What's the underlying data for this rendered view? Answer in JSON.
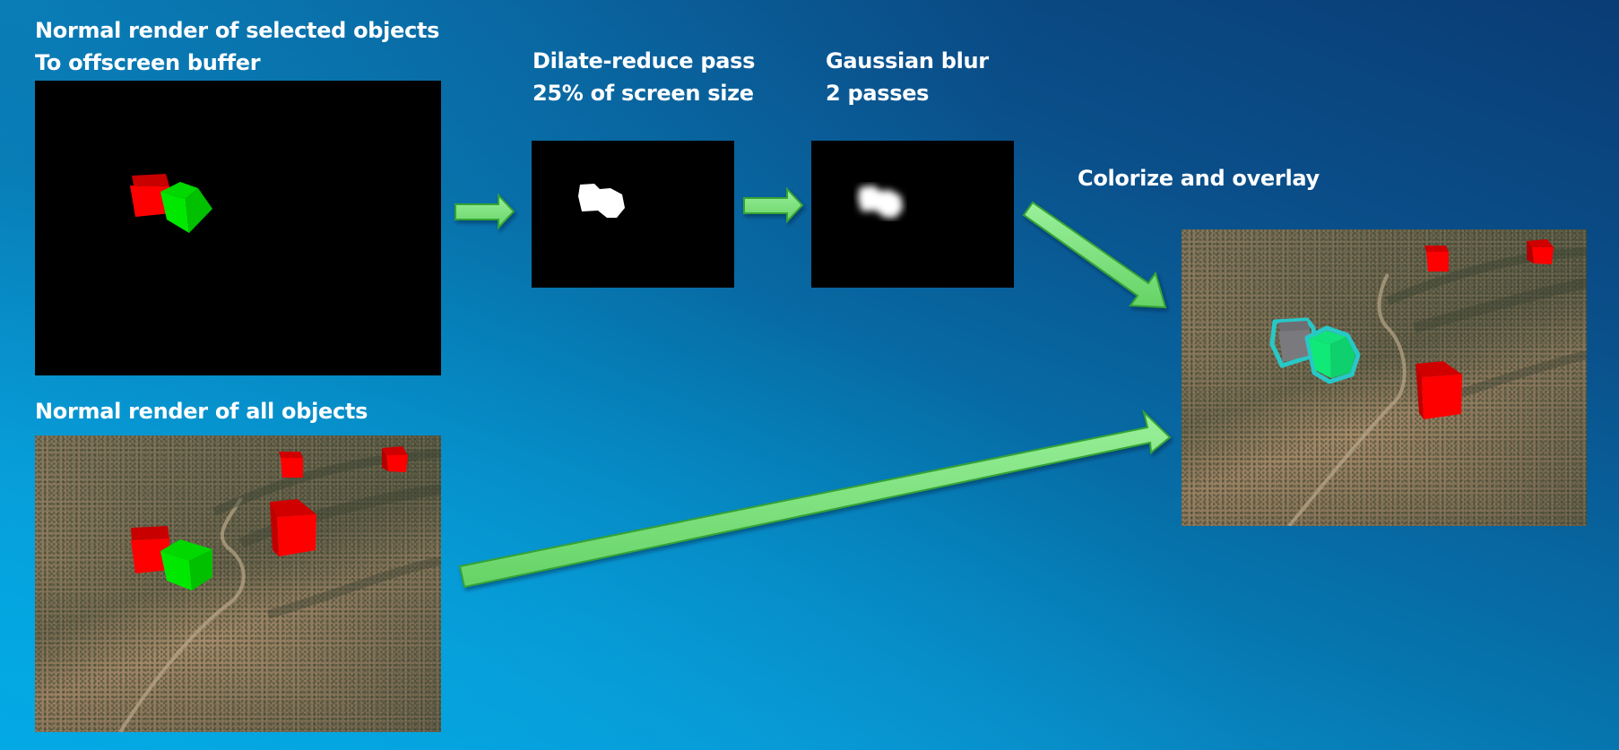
{
  "labels": {
    "selected_render_line1": "Normal render of selected objects",
    "selected_render_line2": "To offscreen buffer",
    "dilate_line1": "Dilate-reduce pass",
    "dilate_line2": "25% of screen size",
    "blur_line1": "Gaussian blur",
    "blur_line2": "2 passes",
    "colorize": "Colorize and overlay",
    "all_render": "Normal render of all objects"
  },
  "panels": [
    {
      "id": "selected-objects-buffer",
      "content": "red and green cube on black"
    },
    {
      "id": "dilate-reduce-mask",
      "content": "white silhouette on black"
    },
    {
      "id": "gaussian-blur-mask",
      "content": "blurred white silhouette on black"
    },
    {
      "id": "all-objects-render",
      "content": "terrain with red cubes and green cube"
    },
    {
      "id": "final-composite",
      "content": "terrain with outlined selected cubes"
    }
  ],
  "colors": {
    "background_top_right": "#0a3c75",
    "background_bottom_left": "#03a9e4",
    "arrow_fill": "#7fe27f",
    "arrow_stroke": "#36a336",
    "cube_red": "#ff0000",
    "cube_green": "#00e000",
    "highlight_outline": "#28c8c8",
    "highlight_green": "#10e878",
    "selected_gray": "#7a7a7e"
  }
}
